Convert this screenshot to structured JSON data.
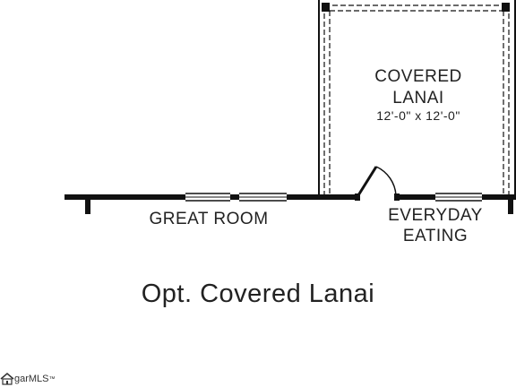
{
  "rooms": {
    "covered_lanai": {
      "name_line1": "COVERED",
      "name_line2": "LANAI",
      "dimensions": "12'-0\" x 12'-0\""
    },
    "great_room": {
      "name": "GREAT ROOM"
    },
    "everyday_eating": {
      "name_line1": "EVERYDAY",
      "name_line2": "EATING"
    }
  },
  "caption": "Opt. Covered Lanai",
  "watermark": {
    "text": "garMLS",
    "trademark": "™",
    "icon": "house-logo-icon"
  },
  "colors": {
    "wall": "#111111",
    "text": "#222222",
    "background": "#ffffff"
  }
}
